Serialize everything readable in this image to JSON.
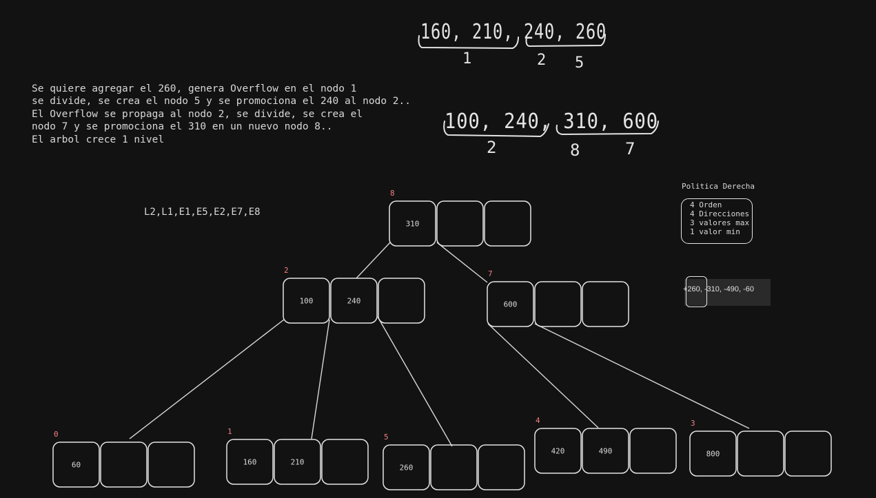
{
  "explanation": {
    "lines": [
      "Se quiere agregar el 260, genera Overflow en el nodo 1",
      "se divide, se crea el nodo 5 y se promociona el 240 al nodo 2..",
      "El Overflow se propaga al nodo 2, se divide, se crea el",
      "nodo 7 y se promociona el 310 en un nuevo nodo 8..",
      "El arbol crece 1 nivel"
    ]
  },
  "sequence": "L2,L1,E1,E5,E2,E7,E8",
  "policy": {
    "title": "Politica Derecha",
    "lines": [
      "4 Orden",
      "4 Direcciones",
      "3 valores max",
      "1 valor min"
    ]
  },
  "operations": "+260, -310, -490, -60",
  "handwritten": {
    "split1": {
      "values": "160, 210, 240, 260",
      "left_node": "1",
      "right_nodes": [
        "2",
        "5"
      ]
    },
    "split2": {
      "values": "100, 240, 310, 600",
      "left_node": "2",
      "right_nodes": [
        "8",
        "7"
      ]
    }
  },
  "colors": {
    "background": "#121212",
    "stroke": "#e4e4e4",
    "node_label": "#f08080",
    "text": "#d8d8d8"
  },
  "tree": {
    "nodes": [
      {
        "id": "8",
        "label": "8",
        "keys": [
          "310",
          "",
          ""
        ]
      },
      {
        "id": "2",
        "label": "2",
        "keys": [
          "100",
          "240",
          ""
        ]
      },
      {
        "id": "7",
        "label": "7",
        "keys": [
          "600",
          "",
          ""
        ]
      },
      {
        "id": "0",
        "label": "0",
        "keys": [
          "60",
          "",
          ""
        ]
      },
      {
        "id": "1",
        "label": "1",
        "keys": [
          "160",
          "210",
          ""
        ]
      },
      {
        "id": "5",
        "label": "5",
        "keys": [
          "260",
          "",
          ""
        ]
      },
      {
        "id": "4",
        "label": "4",
        "keys": [
          "420",
          "490",
          ""
        ]
      },
      {
        "id": "3",
        "label": "3",
        "keys": [
          "800",
          "",
          ""
        ]
      }
    ],
    "edges": [
      {
        "from": "8",
        "to": "2"
      },
      {
        "from": "8",
        "to": "7"
      },
      {
        "from": "2",
        "to": "0"
      },
      {
        "from": "2",
        "to": "1"
      },
      {
        "from": "2",
        "to": "5"
      },
      {
        "from": "7",
        "to": "4"
      },
      {
        "from": "7",
        "to": "3"
      }
    ]
  }
}
